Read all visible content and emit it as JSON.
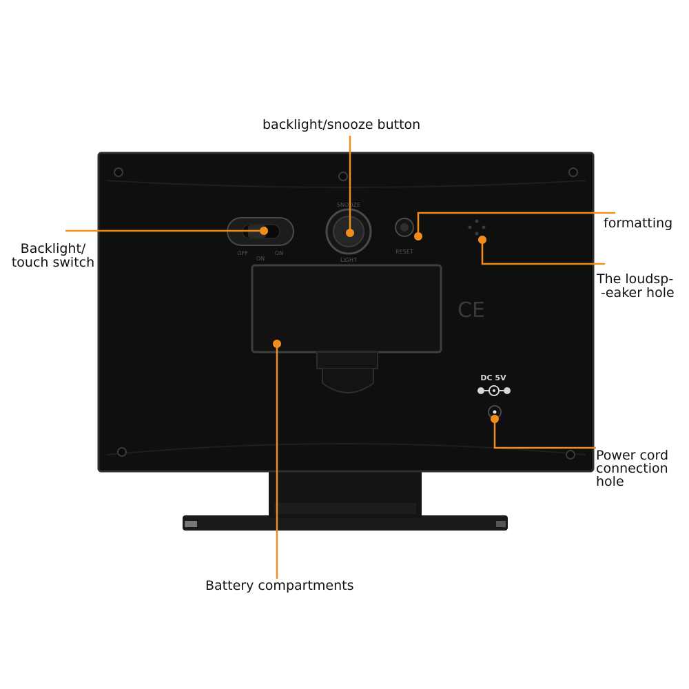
{
  "colors": {
    "callout": "#f28c1a",
    "device_body": "#0f0f0f",
    "device_edge": "#2e2e2e",
    "background": "#ffffff"
  },
  "device_markings": {
    "switch_left": "OFF",
    "switch_mid": "ON",
    "switch_right": "ON",
    "button_top": "SNOOZE",
    "button_bottom": "LIGHT",
    "reset": "RESET",
    "power": "DC 5V",
    "ce_mark": "CE"
  },
  "callouts": {
    "snooze": {
      "text": "backlight/snooze button"
    },
    "formatting": {
      "text": "formatting"
    },
    "switch": {
      "lines": [
        "Backlight/",
        "touch switch"
      ]
    },
    "speaker": {
      "lines": [
        "The loudsp-",
        "-eaker hole"
      ]
    },
    "power": {
      "lines": [
        "Power cord",
        "connection",
        "hole"
      ]
    },
    "battery": {
      "text": "Battery compartments"
    }
  }
}
